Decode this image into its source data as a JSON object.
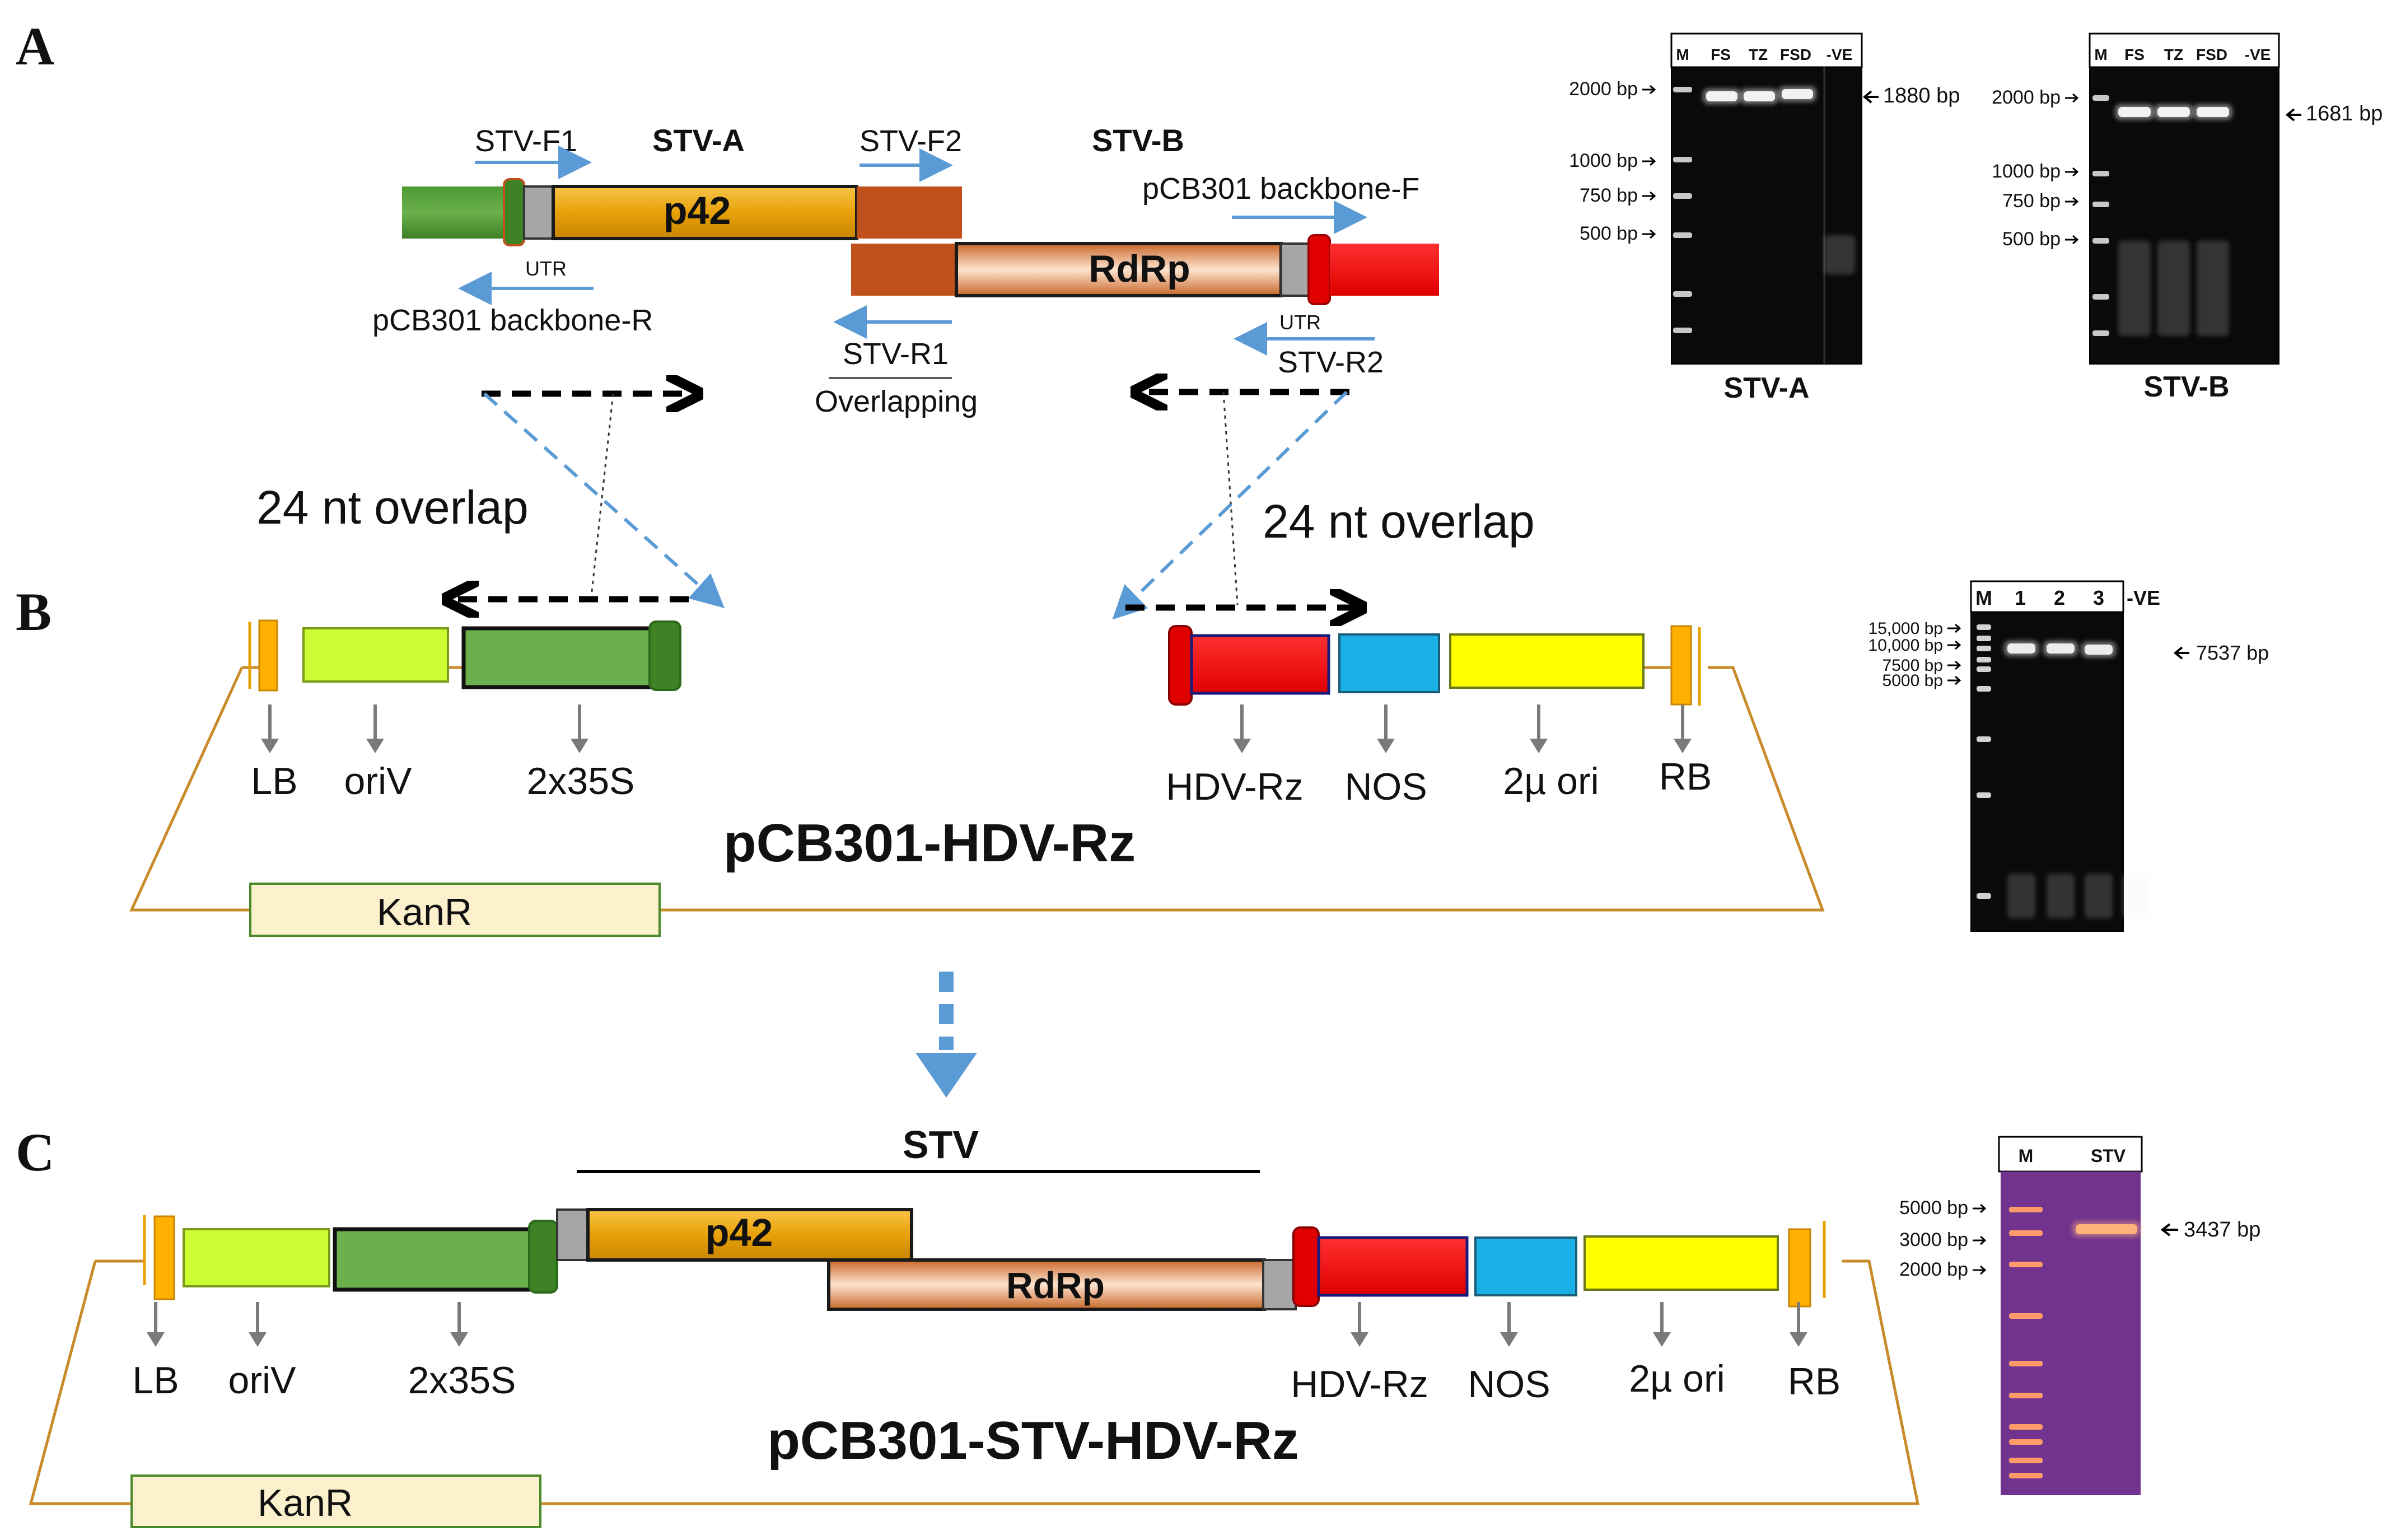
{
  "panels": {
    "a": "A",
    "b": "B",
    "c": "C"
  },
  "panel_a": {
    "construct_a_label": "STV-A",
    "construct_b_label": "STV-B",
    "primers": {
      "f1": "STV-F1",
      "f2": "STV-F2",
      "backbone_f": "pCB301 backbone-F",
      "utr_left": "UTR",
      "backbone_r": "pCB301 backbone-R",
      "r1": "STV-R1",
      "overlapping": "Overlapping",
      "utr_right": "UTR",
      "r2": "STV-R2"
    },
    "genes": {
      "p42": "p42",
      "rdrp": "RdRp"
    },
    "overlap_left": "24 nt overlap",
    "overlap_right": "24 nt overlap"
  },
  "gel_stv_a": {
    "lanes": [
      "M",
      "FS",
      "TZ",
      "FSD",
      "-VE"
    ],
    "markers": [
      "2000 bp",
      "1000 bp",
      "750 bp",
      "500 bp"
    ],
    "band": "1880 bp",
    "caption": "STV-A"
  },
  "gel_stv_b": {
    "lanes": [
      "M",
      "FS",
      "TZ",
      "FSD",
      "-VE"
    ],
    "markers": [
      "2000 bp",
      "1000 bp",
      "750 bp",
      "500 bp"
    ],
    "band": "1681 bp",
    "caption": "STV-B"
  },
  "panel_b": {
    "elements": [
      "LB",
      "oriV",
      "2x35S",
      "HDV-Rz",
      "NOS",
      "2µ ori",
      "RB"
    ],
    "plasmid": "pCB301-HDV-Rz",
    "kanr": "KanR"
  },
  "gel_b": {
    "lanes": [
      "M",
      "1",
      "2",
      "3",
      "-VE"
    ],
    "markers": [
      "15,000 bp",
      "10,000 bp",
      "7500 bp",
      "5000 bp"
    ],
    "band": "7537 bp"
  },
  "panel_c": {
    "stv": "STV",
    "genes": {
      "p42": "p42",
      "rdrp": "RdRp"
    },
    "elements": [
      "LB",
      "oriV",
      "2x35S",
      "HDV-Rz",
      "NOS",
      "2µ ori",
      "RB"
    ],
    "plasmid": "pCB301-STV-HDV-Rz",
    "kanr": "KanR"
  },
  "gel_c": {
    "lanes": [
      "M",
      "STV"
    ],
    "markers": [
      "5000 bp",
      "3000 bp",
      "2000 bp"
    ],
    "band": "3437 bp"
  },
  "colors": {
    "backbone_green": "#6ab04c",
    "orange_gene": "#e8a10a",
    "rdrp": "#e9a97a",
    "rust": "#c0501c",
    "hdv_red": "#ff1a1a",
    "nos_blue": "#1ab0e6",
    "ori_yellow": "#ffff00",
    "oriv_lime": "#ccff33",
    "kanr_cream": "#fdf0cc",
    "border_orange": "#f5b300",
    "arrow_blue": "#5b9bd5",
    "plasmid_line": "#d08a2a"
  }
}
